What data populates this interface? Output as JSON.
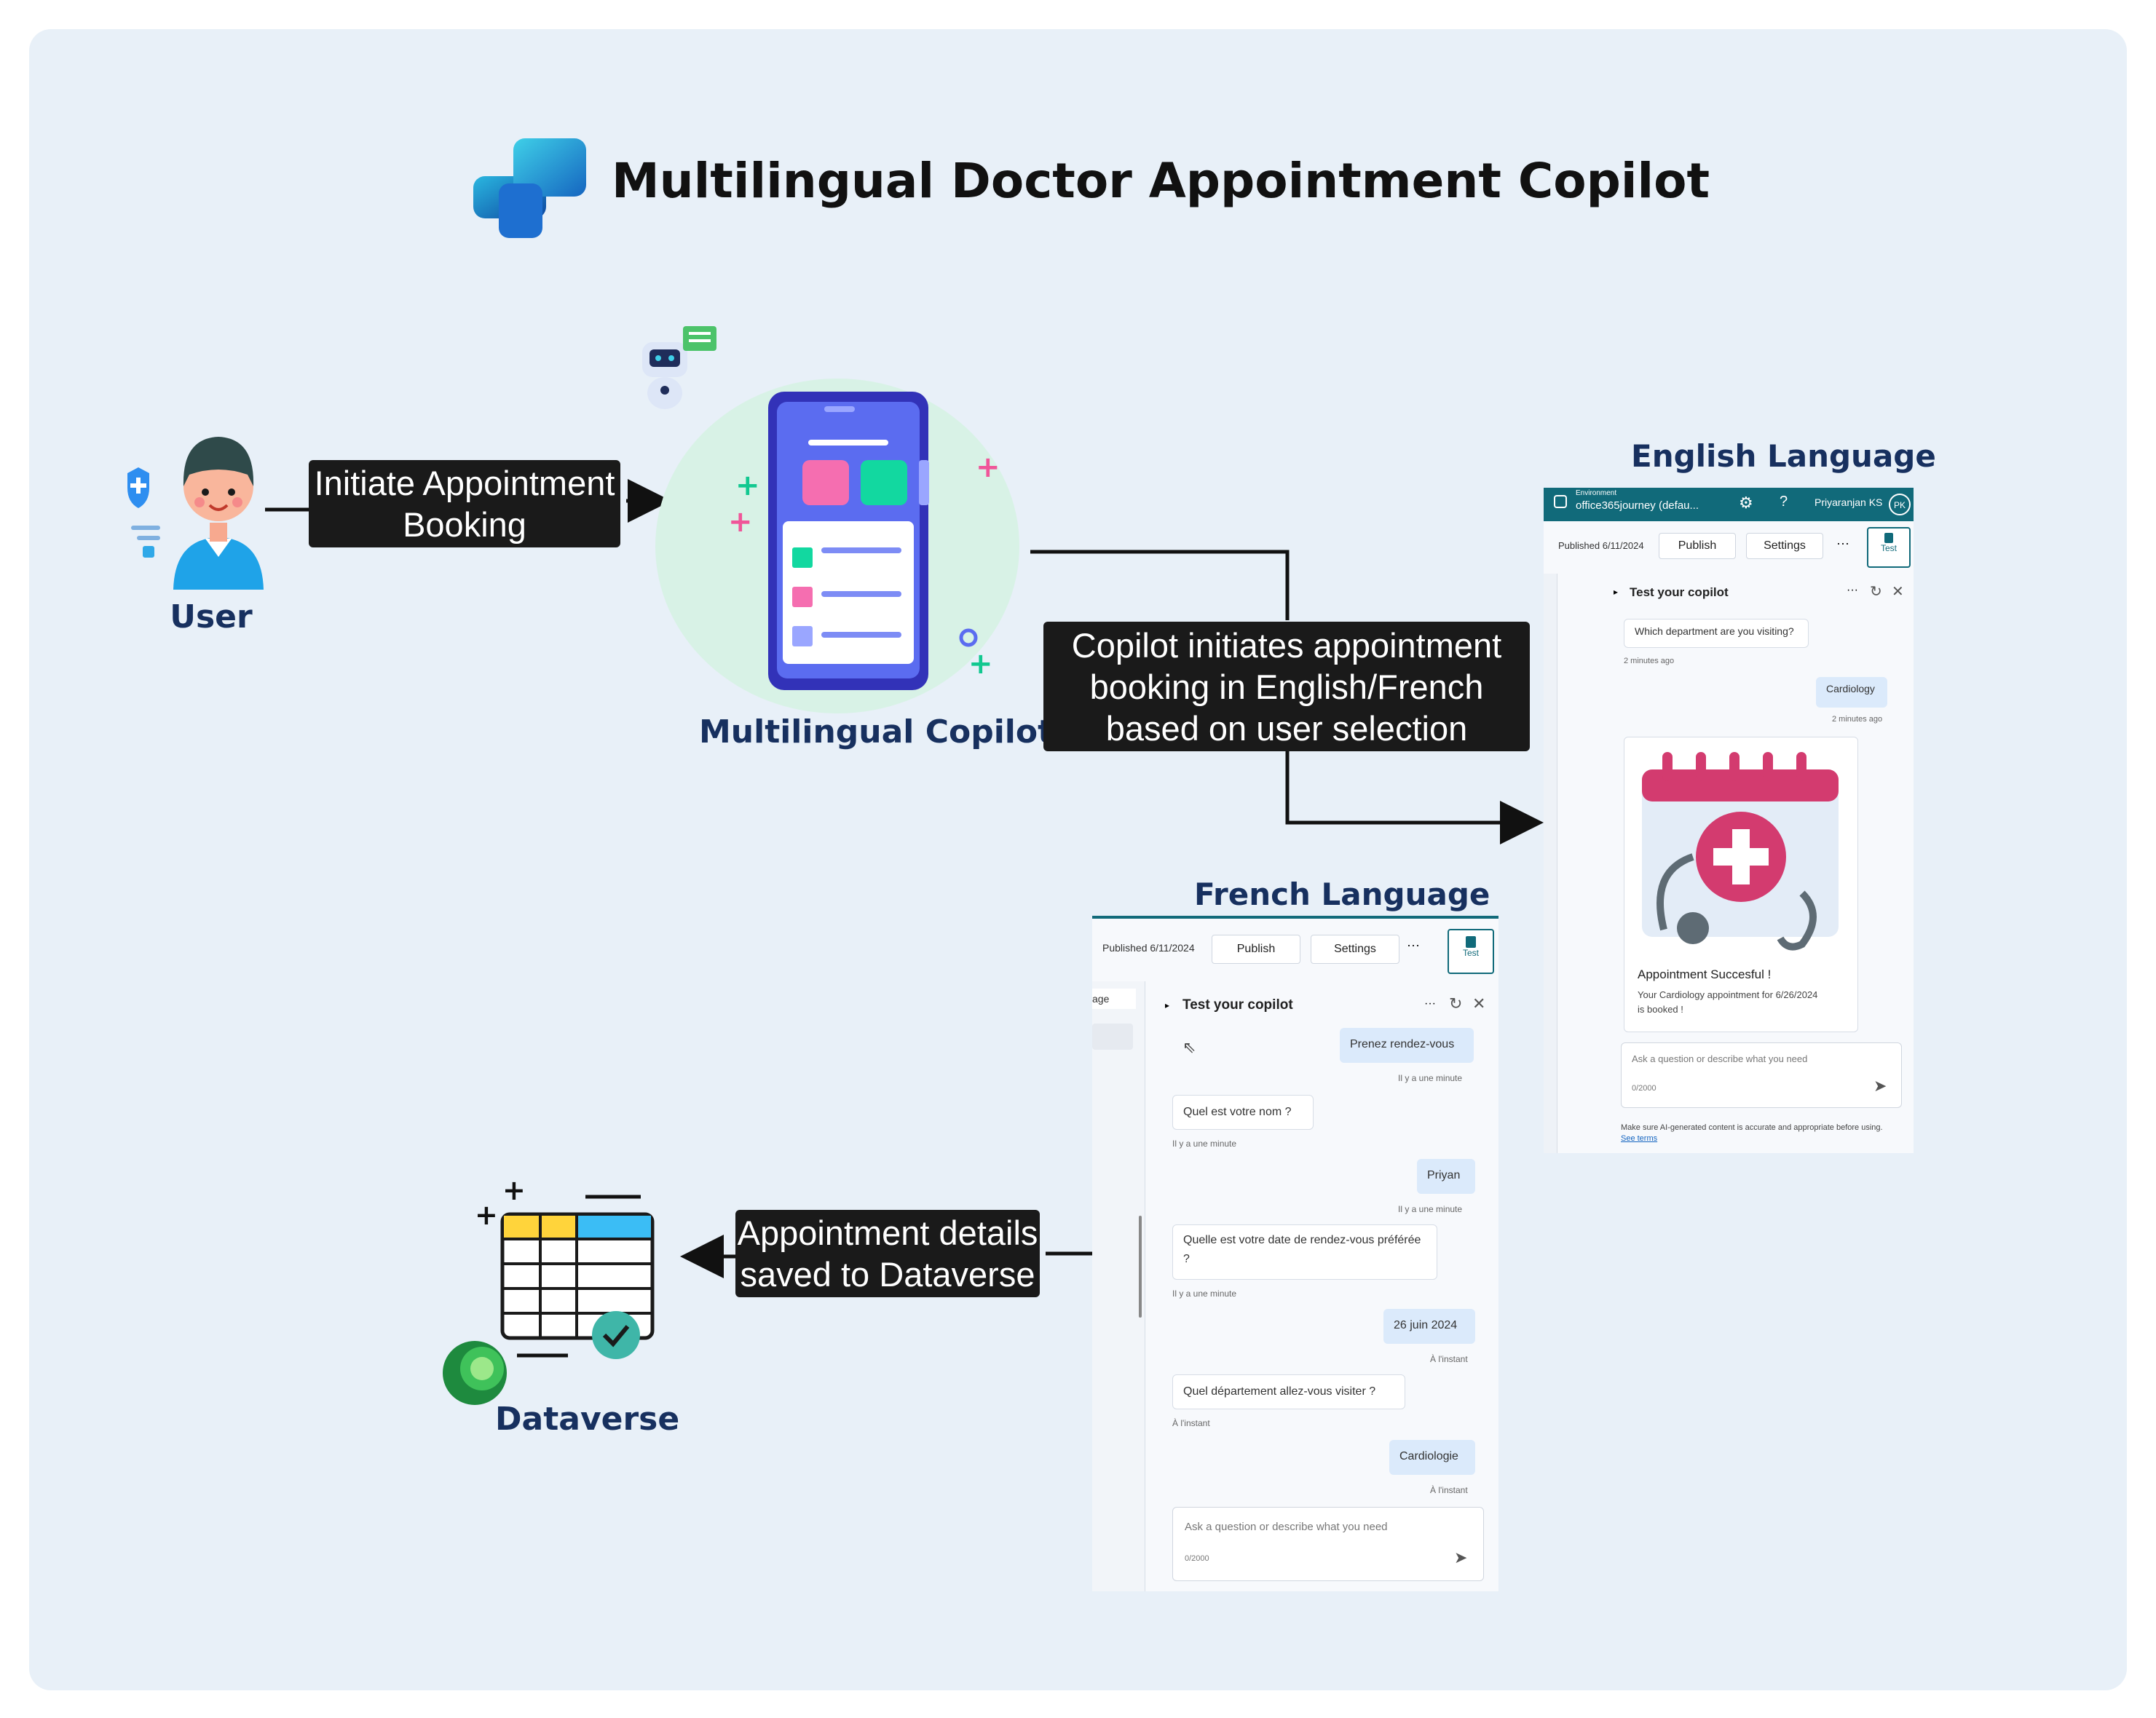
{
  "title": "Multilingual Doctor Appointment Copilot",
  "nodes": {
    "user": "User",
    "copilot": "Multilingual Copilot",
    "dataverse": "Dataverse"
  },
  "steps": {
    "initiate": "Initiate Appointment Booking",
    "copilot_initiates": "Copilot initiates appointment booking in English/French based on user selection",
    "saved": "Appointment details saved to Dataverse"
  },
  "english": {
    "heading": "English Language",
    "env_label": "Environment",
    "env_name": "office365journey (defau...",
    "user_name": "Priyaranjan KS",
    "initials": "PK",
    "published": "Published 6/11/2024",
    "publish_btn": "Publish",
    "settings_btn": "Settings",
    "more": "···",
    "test_btn": "Test",
    "panel_title": "Test your copilot",
    "msgs": [
      {
        "text": "Which department are you visiting?",
        "time": "2 minutes ago"
      },
      {
        "text": "Cardiology",
        "time": "2 minutes ago"
      }
    ],
    "card_title": "Appointment Succesful !",
    "card_text": "Your Cardiology appointment for 6/26/2024 is booked !",
    "input_placeholder": "Ask a question or describe what you need",
    "counter": "0/2000",
    "disclaimer": "Make sure AI-generated content is accurate and appropriate before using.",
    "terms": "See terms"
  },
  "french": {
    "heading": "French Language",
    "published": "Published 6/11/2024",
    "publish_btn": "Publish",
    "settings_btn": "Settings",
    "more": "···",
    "test_btn": "Test",
    "side_frag": "age",
    "panel_title": "Test your copilot",
    "msgs": [
      {
        "text": "Prenez rendez-vous",
        "time": "Il y a une minute"
      },
      {
        "text": "Quel est votre nom ?",
        "time": "Il y a une minute"
      },
      {
        "text": "Priyan",
        "time": "Il y a une minute"
      },
      {
        "text": "Quelle est votre date de rendez-vous préférée ?",
        "time": "Il y a une minute"
      },
      {
        "text": "26 juin 2024",
        "time": "À l'instant"
      },
      {
        "text": "Quel département allez-vous visiter ?",
        "time": "À l'instant"
      },
      {
        "text": "Cardiologie",
        "time": "À l'instant"
      }
    ],
    "input_placeholder": "Ask a question or describe what you need",
    "counter": "0/2000"
  },
  "colors": {
    "canvas_bg": "#e8f0f8",
    "heading_navy": "#17305f",
    "label_box": "#1a1a1a",
    "topbar_teal": "#116a7a",
    "card_pink": "#d33b6f"
  }
}
